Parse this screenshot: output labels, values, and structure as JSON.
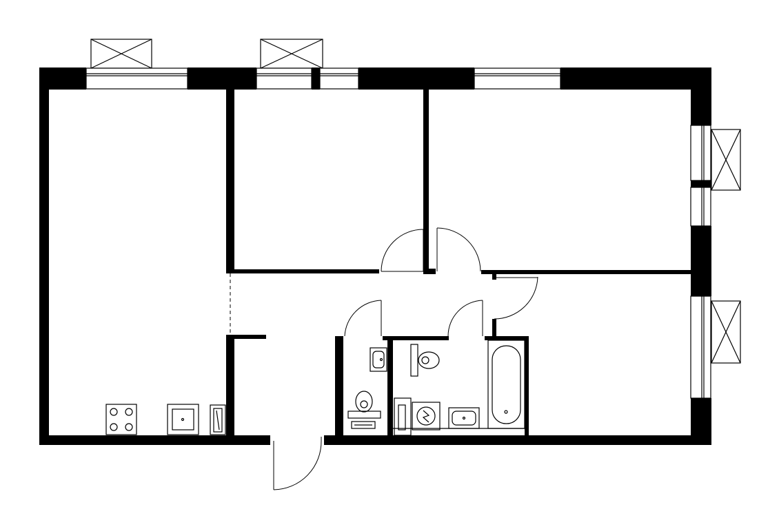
{
  "plan": {
    "colors": {
      "wall": "#000000",
      "background": "#ffffff"
    },
    "rooms": [
      "living-room-kitchen",
      "bedroom-1",
      "bedroom-2",
      "bedroom-3",
      "hallway",
      "wc",
      "bathroom"
    ],
    "fixtures": [
      "stove-icon",
      "kitchen-sink-icon",
      "fridge-icon",
      "toilet-icon",
      "washbasin-icon",
      "bathtub-icon",
      "washing-machine-icon"
    ],
    "labels": []
  }
}
